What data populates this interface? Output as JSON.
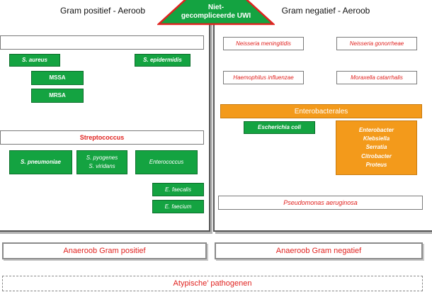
{
  "title": {
    "line1": "Niet-",
    "line2": "gecompliceerde UWI"
  },
  "gram_positive": {
    "header": "Gram positief - Aeroob",
    "staph": [
      "S. aureus",
      "S. epidermidis"
    ],
    "staph_subtypes": [
      "MSSA",
      "MRSA"
    ],
    "strepto_header": "Streptococcus",
    "strepto": [
      "S. pneumoniae",
      "S. pyogenes",
      "S. viridans",
      "Enterococcus"
    ],
    "enterococcus": [
      "E. faecalis",
      "E. faecium"
    ]
  },
  "gram_negative": {
    "header": "Gram negatief - Aeroob",
    "cocci": [
      "Neisseria meningitidis",
      "Neisseria gonorrheae",
      "Haemophilus influenzae",
      "Moraxella catarrhalis"
    ],
    "enterobacterales_header": "Enterobacterales",
    "e_coli": "Escherichia coli",
    "enterobacterales": [
      "Enterobacter",
      "Klebsiella",
      "Serratia",
      "Citrobacter",
      "Proteus"
    ],
    "pseudomonas": "Pseudomonas aeruginosa"
  },
  "bottom": {
    "anaerobe_positive": "Anaeroob Gram positief",
    "anaerobe_negative": "Anaeroob Gram negatief",
    "atypical": "Atypische’ pathogenen"
  },
  "colors": {
    "green": "#14a341",
    "orange": "#f39a1b",
    "red_text": "#e0221f",
    "title_red": "#e0221f"
  }
}
